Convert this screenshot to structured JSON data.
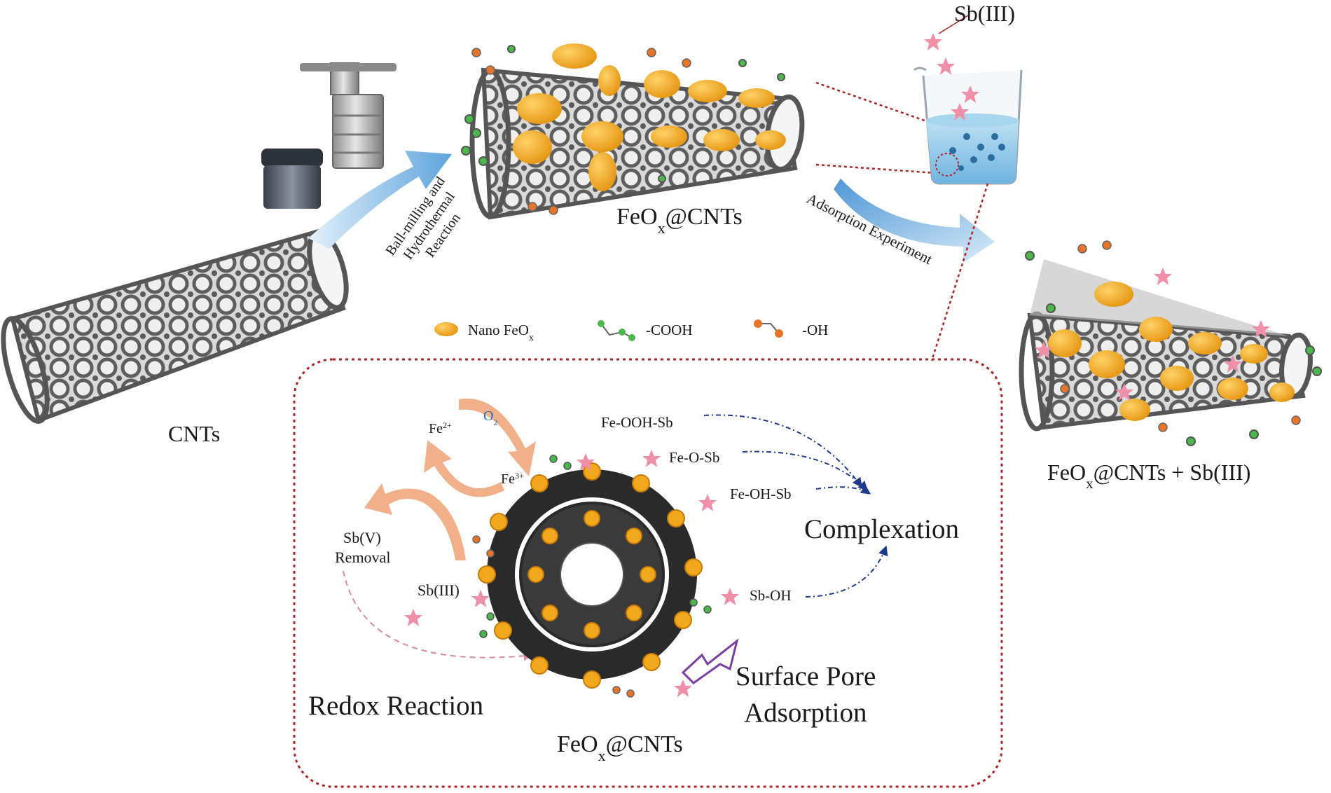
{
  "labels": {
    "cnts": "CNTs",
    "feox_cnts_top_main": "FeO",
    "feox_cnts_top_sub": "x",
    "feox_cnts_top_tail": "@CNTs",
    "process_line1": "Ball-milling and",
    "process_line2": "Hydrothermal",
    "process_line3": "Reaction",
    "adsorption_experiment": "Adsorption Experiment",
    "sb3_beaker": "Sb(III)",
    "product_main": "FeO",
    "product_sub": "x",
    "product_tail": "@CNTs + Sb(III)",
    "legend_nano_main": "Nano FeO",
    "legend_nano_sub": "x",
    "legend_cooh": "-COOH",
    "legend_oh": "-OH",
    "fe2": "Fe",
    "fe2_sup": "2+",
    "fe3": "Fe",
    "fe3_sup": "3+",
    "o2_main": "O",
    "o2_sub": "2",
    "sb5_line1": "Sb(V)",
    "sb5_line2": "Removal",
    "sb3_inner": "Sb(III)",
    "fe_ooh_sb": "Fe-OOH-Sb",
    "fe_o_sb": "Fe-O-Sb",
    "fe_oh_sb": "Fe-OH-Sb",
    "sb_oh": "Sb-OH",
    "complexation": "Complexation",
    "redox_reaction": "Redox Reaction",
    "surface_pore_line1": "Surface Pore",
    "surface_pore_line2": "Adsorption",
    "feox_cnts_bottom_main": "FeO",
    "feox_cnts_bottom_sub": "x",
    "feox_cnts_bottom_tail": "@CNTs"
  },
  "colors": {
    "nanotube": "#6d6d6d",
    "nanotube_dark": "#4a4a4a",
    "feox": "#f2a81d",
    "cooh": "#4cb84c",
    "oh": "#e8742a",
    "sb_star": "#f08fa8",
    "blue_arrow": "#7ab3e0",
    "complexation": "#1f3a8a",
    "redox": "#b0202a",
    "surface_pore": "#8e4aa8",
    "dotted_frame": "#a8252a",
    "cycle_arrow": "#f2b08a",
    "o2": "#1f6fb0"
  }
}
